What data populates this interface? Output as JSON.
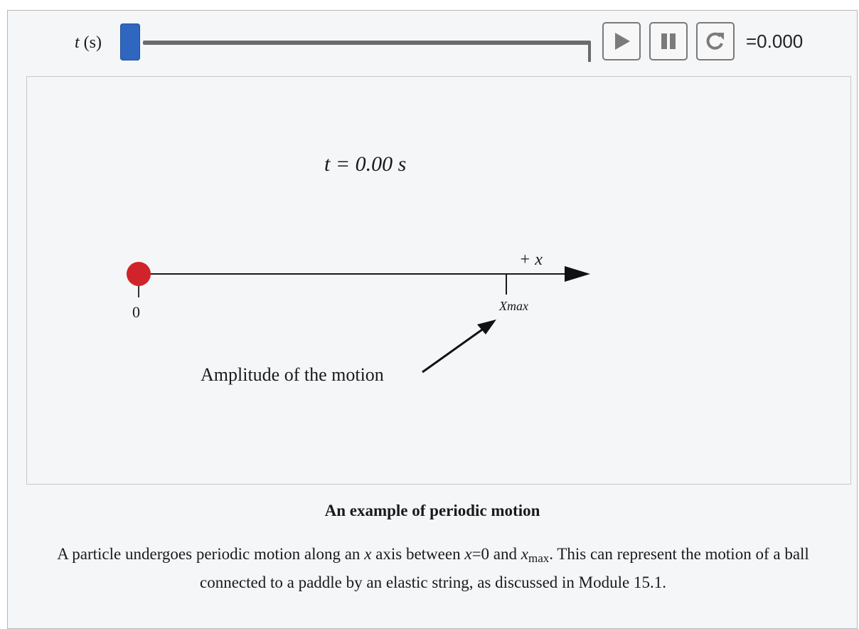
{
  "controls": {
    "time_var": "t",
    "time_unit": "(s)",
    "slider_value": 0,
    "readout": "=0.000",
    "play_icon": "play-icon",
    "pause_icon": "pause-icon",
    "reset_icon": "reset-icon"
  },
  "diagram": {
    "time_display": "t = 0.00 s",
    "origin_label": "0",
    "axis_label": "+ x",
    "xmax_label": "Xmax",
    "annotation": "Amplitude of the motion",
    "ball_color": "#d1232a"
  },
  "caption": {
    "title": "An example of periodic motion",
    "part1": "A particle undergoes periodic motion along an ",
    "var_x": "x",
    "part2": " axis between ",
    "var_x2": "x",
    "part3": "=0 and ",
    "var_x3": "x",
    "sub_max": "max",
    "part4": ". This can represent the motion of a ball connected to a paddle by an elastic string, as discussed in Module 15.1."
  }
}
